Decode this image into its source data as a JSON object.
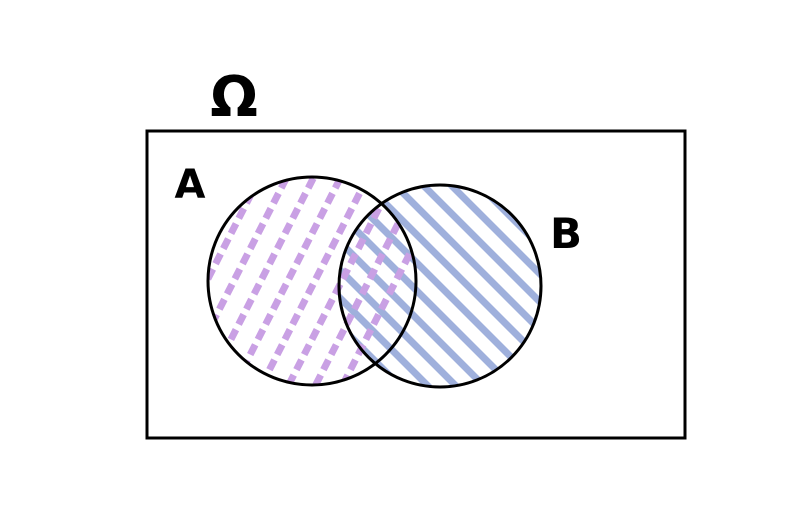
{
  "diagram": {
    "universe_label": "Ω",
    "set_a_label": "A",
    "set_b_label": "B",
    "colors": {
      "outline": "#000000",
      "set_a_hatch": "#c9a0e4",
      "set_b_hatch": "#9fb0dc"
    }
  }
}
